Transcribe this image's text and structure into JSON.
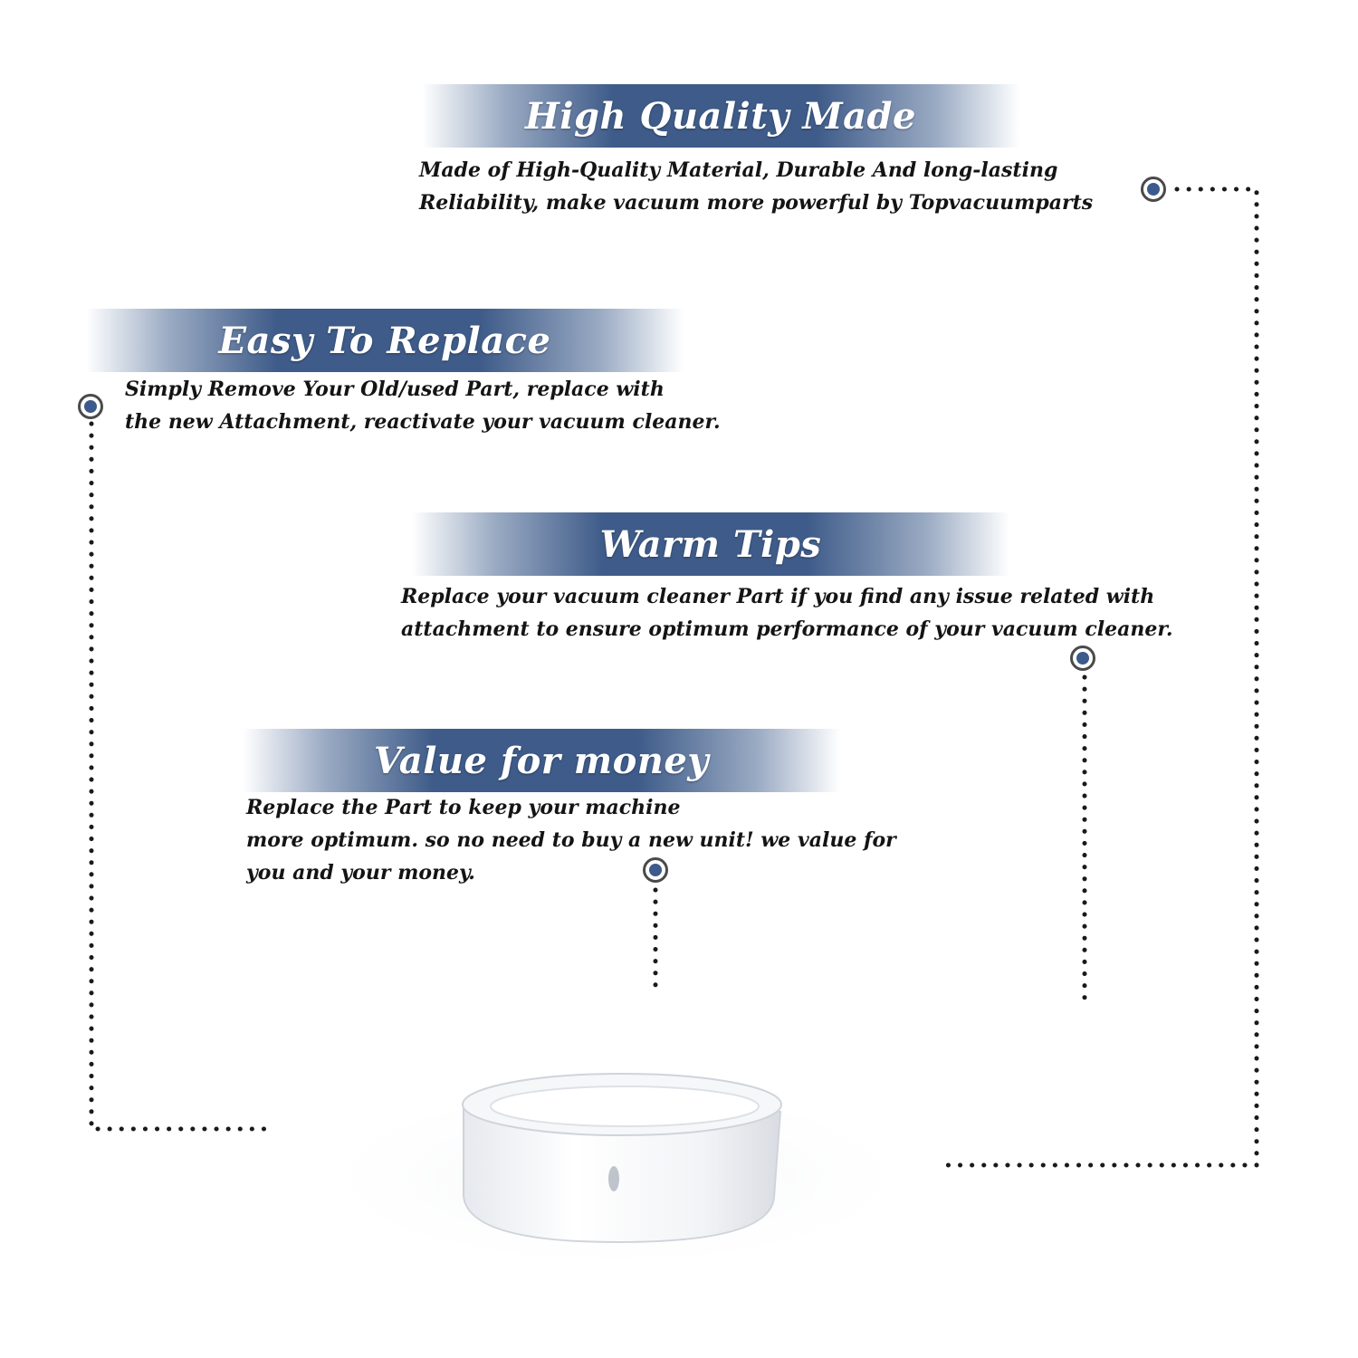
{
  "features": [
    {
      "title": "High Quality Made",
      "lines": [
        "Made of  High-Quality Material, Durable And long-lasting",
        "Reliability, make vacuum more powerful by Topvacuumparts"
      ]
    },
    {
      "title": "Easy To Replace",
      "lines": [
        "Simply Remove Your Old/used Part, replace with",
        "the new Attachment, reactivate your vacuum cleaner."
      ]
    },
    {
      "title": "Warm Tips",
      "lines": [
        "Replace your vacuum cleaner Part if you find any issue related with",
        " attachment to ensure optimum performance of your vacuum cleaner."
      ]
    },
    {
      "title": "Value for money",
      "lines": [
        "Replace the Part to keep your machine",
        "more optimum. so no need to buy a new unit! we value for",
        "you and your money."
      ]
    }
  ],
  "colors": {
    "banner": "#3e5b89",
    "marker": "#3c5a8c",
    "text": "#141414",
    "dots": "#1a1a1a"
  },
  "icons": {
    "marker": "target-dot-icon",
    "product": "white-ring-part-image"
  }
}
